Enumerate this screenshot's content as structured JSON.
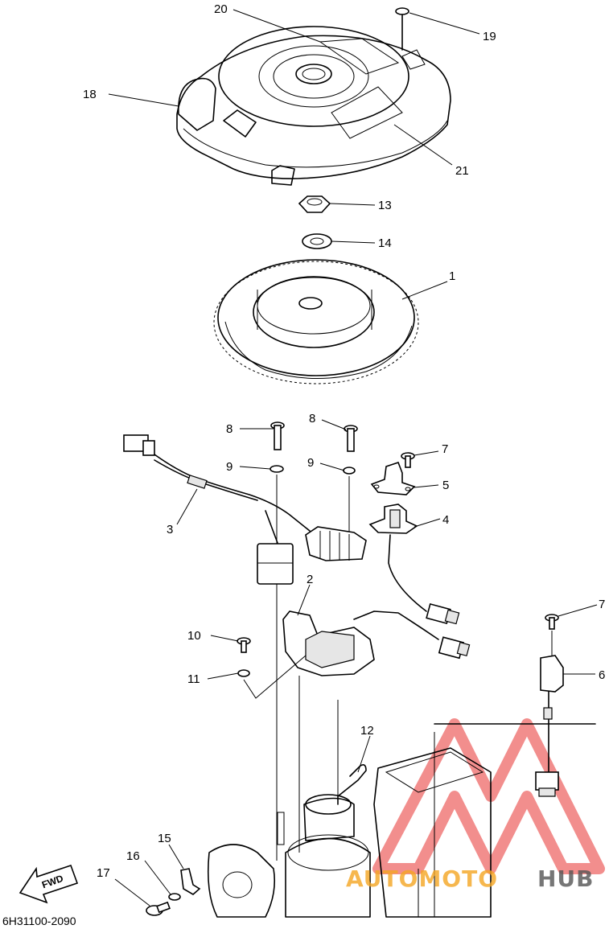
{
  "diagram_code": "6H31100-2090",
  "fwd_label": "FWD",
  "watermark": {
    "part_a": "AUTOMOTO",
    "part_b": "HUB",
    "color_red": "#e8312f",
    "color_orange": "#f5a623",
    "color_gray": "#555555"
  },
  "callouts": [
    {
      "id": "c1",
      "label": "1"
    },
    {
      "id": "c2",
      "label": "2"
    },
    {
      "id": "c3",
      "label": "3"
    },
    {
      "id": "c4",
      "label": "4"
    },
    {
      "id": "c5",
      "label": "5"
    },
    {
      "id": "c6",
      "label": "6"
    },
    {
      "id": "c7a",
      "label": "7"
    },
    {
      "id": "c7b",
      "label": "7"
    },
    {
      "id": "c8a",
      "label": "8"
    },
    {
      "id": "c8b",
      "label": "8"
    },
    {
      "id": "c9a",
      "label": "9"
    },
    {
      "id": "c9b",
      "label": "9"
    },
    {
      "id": "c10",
      "label": "10"
    },
    {
      "id": "c11",
      "label": "11"
    },
    {
      "id": "c12",
      "label": "12"
    },
    {
      "id": "c13",
      "label": "13"
    },
    {
      "id": "c14",
      "label": "14"
    },
    {
      "id": "c15",
      "label": "15"
    },
    {
      "id": "c16",
      "label": "16"
    },
    {
      "id": "c17",
      "label": "17"
    },
    {
      "id": "c18",
      "label": "18"
    },
    {
      "id": "c19",
      "label": "19"
    },
    {
      "id": "c20",
      "label": "20"
    },
    {
      "id": "c21",
      "label": "21"
    }
  ]
}
